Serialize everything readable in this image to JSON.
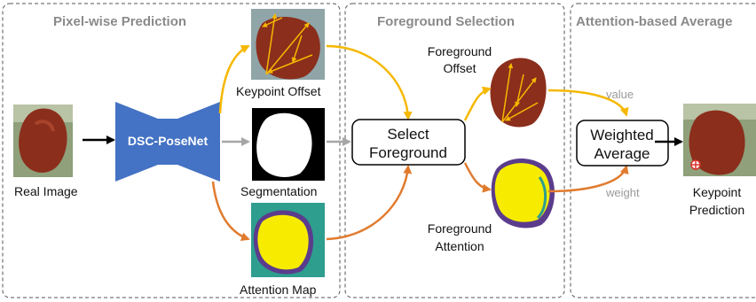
{
  "sections": {
    "pixel_wise": "Pixel-wise Prediction",
    "foreground_selection": "Foreground Selection",
    "attention_average": "Attention-based Average"
  },
  "network": {
    "label": "DSC-PoseNet",
    "color": "#4472C4"
  },
  "images": {
    "real_image": "Real Image",
    "keypoint_offset": "Keypoint Offset",
    "segmentation": "Segmentation",
    "attention_map": "Attention Map",
    "foreground_offset_line1": "Foreground",
    "foreground_offset_line2": "Offset",
    "foreground_attention_line1": "Foreground",
    "foreground_attention_line2": "Attention",
    "keypoint_prediction_line1": "Keypoint",
    "keypoint_prediction_line2": "Prediction"
  },
  "boxes": {
    "select_line1": "Select",
    "select_line2": "Foreground",
    "weighted_line1": "Weighted",
    "weighted_line2": "Average"
  },
  "edge_labels": {
    "value": "value",
    "weight": "weight"
  },
  "colors": {
    "offset_arrow": "#F5B800",
    "attention_arrow": "#E07B2E",
    "segmentation_arrow": "#A6A6A6",
    "main_arrow": "#000000",
    "object": "#8B2E1C",
    "attention_fill": "#F7EC00",
    "attention_bg": "#2E9E8E"
  }
}
